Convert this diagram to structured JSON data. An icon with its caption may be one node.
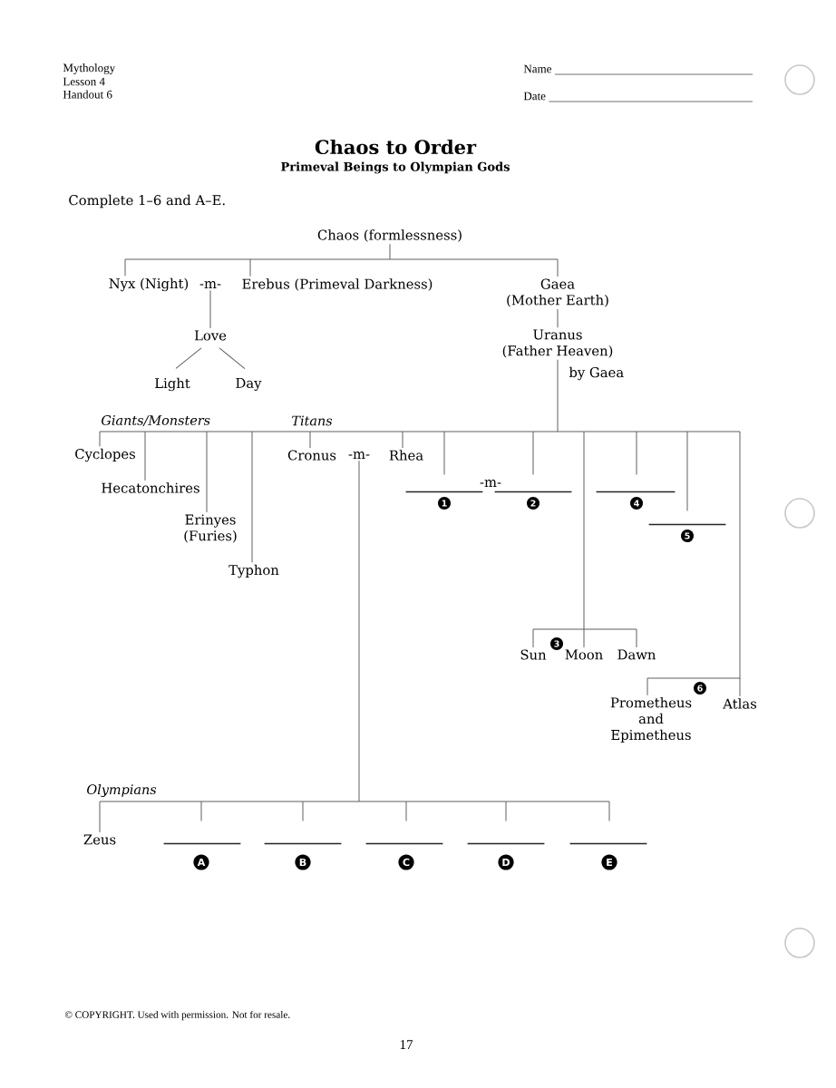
{
  "diagram": {
    "title": "Chaos to Order",
    "nodes": [
      {
        "text": [
          "Chaos (formlessness)"
        ]
      },
      {
        "text": [
          "Nyx (Night)"
        ]
      },
      {
        "text": [
          "-m-"
        ]
      },
      {
        "text": [
          "Erebus (Primeval Darkness)"
        ]
      },
      {
        "text": [
          "Gaea (Mother Earth)"
        ]
      },
      {
        "text": [
          "Love"
        ]
      },
      {
        "text": [
          "Uranus (Father Heaven)"
        ]
      },
      {
        "text": [
          "Light"
        ]
      },
      {
        "text": [
          "Day"
        ]
      },
      {
        "text": [
          "Cyclopes"
        ]
      },
      {
        "text": [
          "Hecatonchires"
        ]
      },
      {
        "text": [
          "Erinyes (Furies)"
        ]
      },
      {
        "text": [
          "Typhon"
        ]
      },
      {
        "text": [
          "Cronus"
        ]
      },
      {
        "text": [
          "-m-"
        ]
      },
      {
        "text": [
          "Rhea"
        ]
      },
      {
        "text": [],
        "shape": "line",
        "beside": [
          "1"
        ]
      },
      {
        "text": [],
        "shape": "line",
        "beside": [
          "2"
        ]
      },
      {
        "text": [],
        "shape": "line",
        "beside": [
          "4"
        ]
      },
      {
        "text": [],
        "shape": "line",
        "beside": [
          "5"
        ]
      },
      {
        "text": [
          "Sun"
        ]
      },
      {
        "text": [
          "Moon"
        ]
      },
      {
        "text": [
          "Dawn"
        ]
      },
      {
        "text": [
          "Prometheus and Epimetheus"
        ]
      },
      {
        "text": [
          "Atlas"
        ]
      },
      {
        "text": [
          "Zeus"
        ]
      },
      {
        "text": [],
        "shape": "line",
        "beside": [
          "A"
        ]
      },
      {
        "text": [],
        "shape": "line",
        "beside": [
          "B"
        ]
      },
      {
        "text": [],
        "shape": "line",
        "beside": [
          "C"
        ]
      },
      {
        "text": [],
        "shape": "line",
        "beside": [
          "D"
        ]
      },
      {
        "text": [],
        "shape": "line",
        "beside": [
          "E"
        ]
      }
    ],
    "edges": [
      {
        "from": 0,
        "to": 1,
        "arrow": "none"
      },
      {
        "from": 0,
        "to": 3,
        "arrow": "none"
      },
      {
        "from": 0,
        "to": 4,
        "arrow": "none"
      },
      {
        "from": 2,
        "to": 5,
        "arrow": "none"
      },
      {
        "from": 5,
        "to": 7,
        "arrow": "none"
      },
      {
        "from": 5,
        "to": 8,
        "arrow": "none"
      },
      {
        "from": 4,
        "to": 6,
        "arrow": "none"
      },
      {
        "from": 6,
        "to": 9,
        "arrow": "none"
      },
      {
        "from": 6,
        "to": 10,
        "arrow": "none"
      },
      {
        "from": 6,
        "to": 11,
        "arrow": "none"
      },
      {
        "from": 6,
        "to": 12,
        "arrow": "none"
      },
      {
        "from": 6,
        "to": 13,
        "arrow": "none"
      },
      {
        "from": 6,
        "to": 15,
        "arrow": "none"
      },
      {
        "from": 6,
        "to": 16,
        "arrow": "none"
      },
      {
        "from": 6,
        "to": 17,
        "arrow": "none"
      },
      {
        "from": 6,
        "to": 20,
        "arrow": "none"
      },
      {
        "from": 6,
        "to": 21,
        "arrow": "none"
      },
      {
        "from": 6,
        "to": 22,
        "arrow": "none"
      },
      {
        "from": 6,
        "to": 18,
        "arrow": "none"
      },
      {
        "from": 6,
        "to": 19,
        "arrow": "none"
      },
      {
        "from": 6,
        "to": 23,
        "arrow": "none"
      },
      {
        "from": 6,
        "to": 24,
        "arrow": "none"
      },
      {
        "from": 14,
        "to": 25,
        "arrow": "none"
      },
      {
        "from": 14,
        "to": 26,
        "arrow": "none"
      },
      {
        "from": 14,
        "to": 27,
        "arrow": "none"
      },
      {
        "from": 14,
        "to": 28,
        "arrow": "none"
      },
      {
        "from": 14,
        "to": 29,
        "arrow": "none"
      },
      {
        "from": 14,
        "to": 30,
        "arrow": "none"
      }
    ],
    "labels": [
      "Mythology",
      "Lesson 4",
      "Handout 6",
      "Name",
      "Date",
      "Primeval Beings to Olympian Gods",
      "Complete 1–6 and A–E.",
      "by Gaea",
      "Giants/Monsters",
      "Titans",
      "-m-",
      "3",
      "6",
      "Olympians",
      "© COPYRIGHT. Used with permission. Not for resale.",
      "17"
    ]
  }
}
